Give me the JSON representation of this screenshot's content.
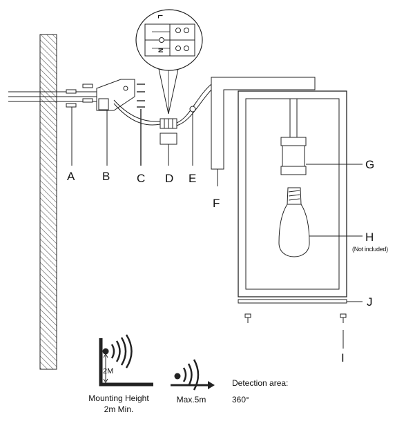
{
  "diagram": {
    "labels": {
      "A": "A",
      "B": "B",
      "C": "C",
      "D": "D",
      "E": "E",
      "F": "F",
      "G": "G",
      "H": "H",
      "I": "I",
      "J": "J"
    },
    "not_included": "(Not included)",
    "wiring_terminals": [
      "L",
      "N"
    ],
    "sensor": {
      "height_marker": "2M",
      "mounting_caption_line1": "Mounting Height",
      "mounting_caption_line2": "2m Min.",
      "range_caption": "Max.5m",
      "detection_title": "Detection area:",
      "detection_value": "360°"
    }
  },
  "colors": {
    "line": "#222222",
    "hatch": "#555555",
    "background": "#ffffff"
  }
}
